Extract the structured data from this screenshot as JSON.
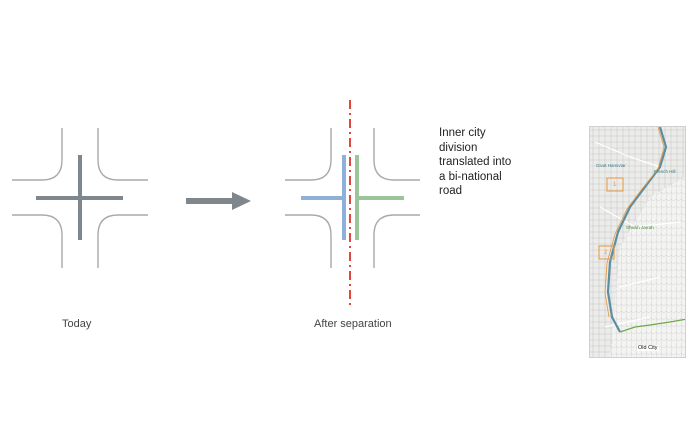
{
  "diagram_today": {
    "caption": "Today"
  },
  "diagram_after": {
    "caption": "After separation"
  },
  "description": {
    "lines": [
      "Inner city",
      "division",
      "translated into",
      "a bi-national",
      "road"
    ]
  },
  "map": {
    "labels": [
      "Givat Hamivtar",
      "French Hill",
      "Sheikh Jarrah",
      "Old City"
    ],
    "markers": [
      "1",
      "2"
    ]
  },
  "colors": {
    "road": "#7f868c",
    "curb": "#a9a9a9",
    "arrow": "#7f868c",
    "divider": "#e0483a",
    "west_road": "#8fb0d8",
    "east_road": "#9bc49a",
    "map_boundary": "#e5963d"
  }
}
